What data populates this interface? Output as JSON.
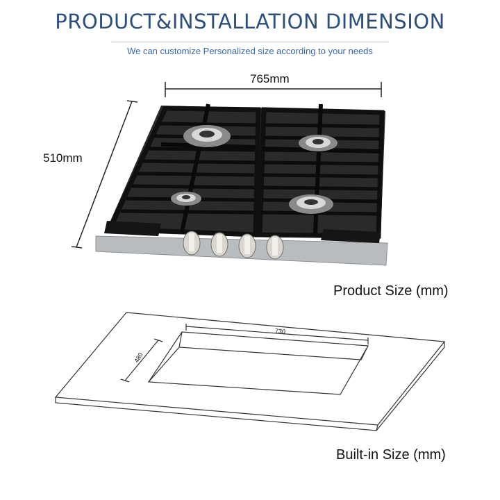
{
  "header": {
    "title": "PRODUCT&INSTALLATION DIMENSION",
    "subtitle": "We can customize Personalized size according to your needs"
  },
  "product": {
    "width_label": "765mm",
    "depth_label": "510mm",
    "caption": "Product Size (mm)",
    "burners": 4,
    "knobs": 4
  },
  "builtin": {
    "width_label": "730",
    "depth_label": "480",
    "caption": "Built-in Size (mm)"
  },
  "colors": {
    "title": "#2b4f7c",
    "subtitle": "#3768b0",
    "cooktop_glass": "#2a2a2a",
    "grate": "#141414",
    "steel": "#b9bcbf"
  }
}
